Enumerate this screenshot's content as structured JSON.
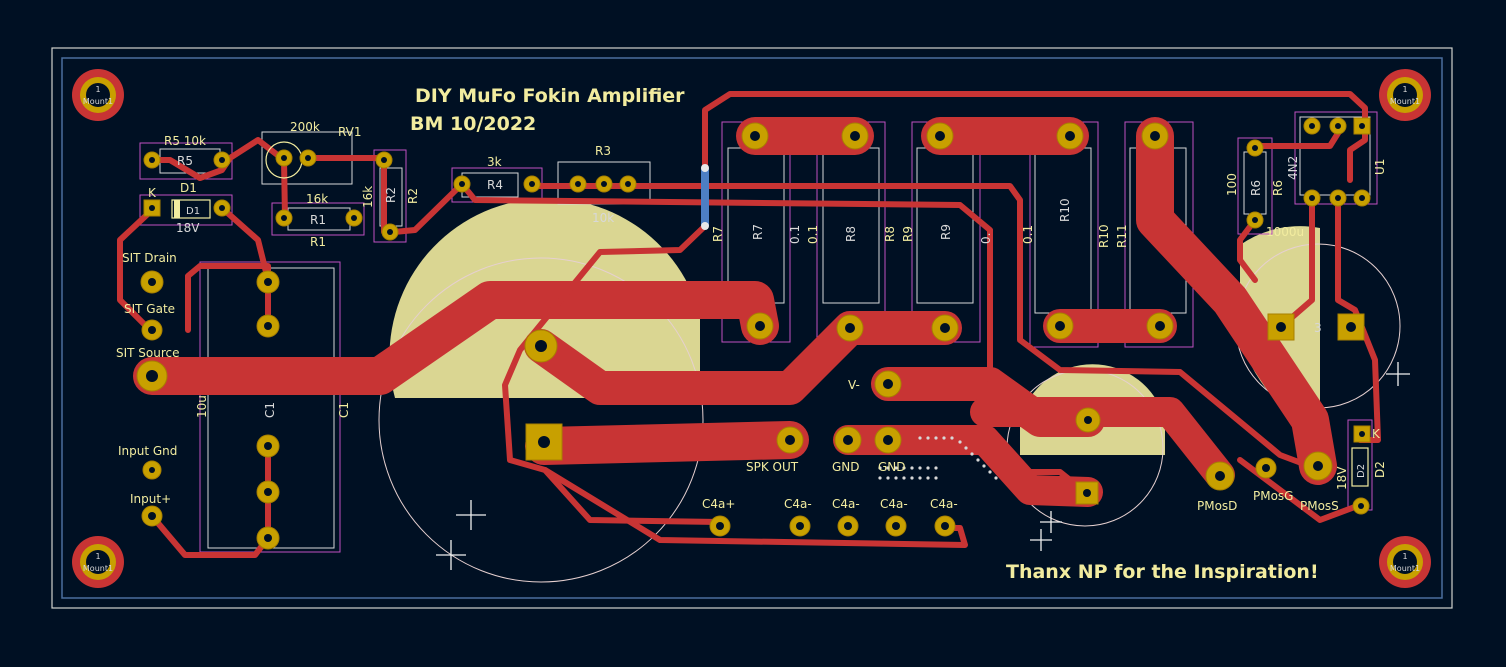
{
  "title_line1": "DIY MuFo Fokin Amplifier",
  "title_line2": "BM 10/2022",
  "footer": "Thanx NP for the Inspiration!",
  "colors": {
    "background": "#001023",
    "copper": "#c83434",
    "silkscreen": "#f2ec9f",
    "pad": "#c8a000",
    "via_trace": "#4d7fc4",
    "outline": "#d0d2cd",
    "courtyard": "#c050c0"
  },
  "labels": {
    "r5_value": "R5 10k",
    "r5": "R5",
    "d1": "D1",
    "d1_k": "K",
    "d1_fab": "D1",
    "d1_value": "18V",
    "rv1_value": "200k",
    "rv1": "RV1",
    "r1_value": "16k",
    "r1_fab": "R1",
    "r1": "R1",
    "r2_value": "16k",
    "r2_fab": "R2",
    "r2": "R2",
    "r4_value": "3k",
    "r4_fab": "R4",
    "r3": "R3",
    "r3_value": "10k",
    "r7": "R7",
    "r7_fab": "R7",
    "r7_value": "0.1",
    "r8_value": "0.1",
    "r8_fab": "R8",
    "r8": "R8",
    "r9": "R9",
    "r9_fab": "R9",
    "r9_value": "0.",
    "r10_fab": "R10",
    "r10_value": "0.1",
    "r10": "R10",
    "r11": "R11",
    "r6_value": "100",
    "r6_fab": "R6",
    "r6": "R6",
    "u1_value": "4N2",
    "u1": "U1",
    "c_value": "1000u",
    "c_ref": "3",
    "sit_drain": "SIT Drain",
    "sit_gate": "SIT Gate",
    "sit_source": "SIT Source",
    "c1_value": "10u",
    "c1_fab": "C1",
    "c1": "C1",
    "input_gnd": "Input Gnd",
    "input_plus": "Input+",
    "v_minus": "V-",
    "spk_out": "SPK OUT",
    "gnd": "GND",
    "gnd2": "GND",
    "c4a_plus": "C4a+",
    "c4a_minus_1": "C4a-",
    "c4a_minus_2": "C4a-",
    "c4a_minus_3": "C4a-",
    "c4a_minus_4": "C4a-",
    "pmosd": "PMosD",
    "pmosg": "PMosG",
    "pmoss": "PMosS",
    "d2_value": "18V",
    "d2_fab": "D2",
    "d2": "D2",
    "d2_k": "K",
    "mount_fab": "Mount1",
    "pad_1": "1"
  }
}
